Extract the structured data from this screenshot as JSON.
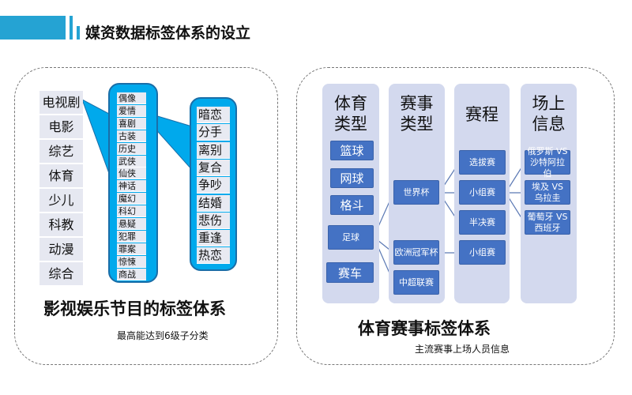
{
  "title": "媒资数据标签体系的设立",
  "entertainment": {
    "categories": [
      "电视剧",
      "电影",
      "综艺",
      "体育",
      "少儿",
      "科教",
      "动漫",
      "综合"
    ],
    "tv_genres": [
      "偶像",
      "爱情",
      "喜剧",
      "古装",
      "历史",
      "武侠",
      "仙侠",
      "神话",
      "魔幻",
      "科幻",
      "悬疑",
      "犯罪",
      "罪案",
      "惊悚",
      "商战"
    ],
    "romance_tags": [
      "暗恋",
      "分手",
      "离别",
      "复合",
      "争吵",
      "结婚",
      "悲伤",
      "重逢",
      "热恋"
    ],
    "caption": "影视娱乐节目的标签体系",
    "note": "最高能达到6级子分类"
  },
  "sports": {
    "headers": [
      "体育\n类型",
      "赛事\n类型",
      "赛程",
      "场上\n信息"
    ],
    "sport_types": [
      "篮球",
      "网球",
      "格斗",
      "足球",
      "赛车"
    ],
    "events": [
      "世界杯",
      "欧洲冠军杯",
      "中超联赛"
    ],
    "stages": [
      "选拔赛",
      "小组赛",
      "半决赛",
      "小组赛"
    ],
    "matches": [
      "俄罗斯 VS 沙特阿拉伯",
      "埃及 VS 乌拉圭",
      "葡萄牙 VS 西班牙"
    ],
    "caption": "体育赛事标签体系",
    "note": "主流赛事上场人员信息"
  },
  "colors": {
    "accent": "#25a3d3",
    "callout": "#00a9ec",
    "box": "#4472c4",
    "column": "#d3d9ee"
  }
}
